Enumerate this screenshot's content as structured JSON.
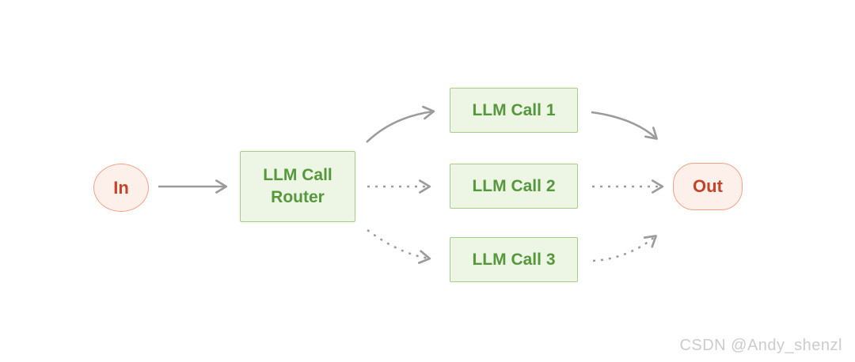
{
  "diagram": {
    "description": "LLM call routing flow diagram",
    "nodes": {
      "input": {
        "label": "In"
      },
      "router": {
        "label": "LLM Call Router"
      },
      "calls": [
        {
          "label": "LLM Call 1"
        },
        {
          "label": "LLM Call 2"
        },
        {
          "label": "LLM Call 3"
        }
      ],
      "output": {
        "label": "Out"
      }
    },
    "edges": [
      {
        "from": "In",
        "to": "LLM Call Router",
        "style": "solid"
      },
      {
        "from": "LLM Call Router",
        "to": "LLM Call 1",
        "style": "solid"
      },
      {
        "from": "LLM Call Router",
        "to": "LLM Call 2",
        "style": "dashed"
      },
      {
        "from": "LLM Call Router",
        "to": "LLM Call 3",
        "style": "dashed"
      },
      {
        "from": "LLM Call 1",
        "to": "Out",
        "style": "solid"
      },
      {
        "from": "LLM Call 2",
        "to": "Out",
        "style": "dashed"
      },
      {
        "from": "LLM Call 3",
        "to": "Out",
        "style": "dashed"
      }
    ],
    "colors": {
      "box_fill": "#edf5e5",
      "box_border": "#a9cd85",
      "box_text": "#55983a",
      "terminal_fill": "#fdf0ea",
      "terminal_border": "#f2a287",
      "terminal_text": "#c2452a",
      "arrow": "#9b9b9b",
      "background": "#ffffff",
      "watermark_text_color": "#cccccc"
    }
  },
  "watermark": {
    "text": "CSDN @Andy_shenzl"
  }
}
